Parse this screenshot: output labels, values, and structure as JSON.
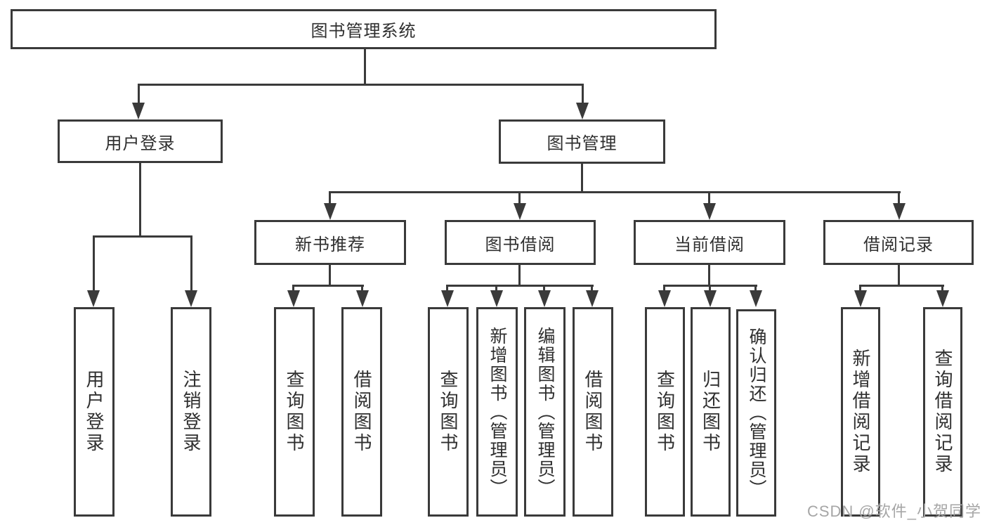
{
  "tree": {
    "label": "图书管理系统",
    "children": [
      {
        "label": "用户登录",
        "children": [
          {
            "label": "用户登录"
          },
          {
            "label": "注销登录"
          }
        ]
      },
      {
        "label": "图书管理",
        "children": [
          {
            "label": "新书推荐",
            "children": [
              {
                "label": "查询图书"
              },
              {
                "label": "借阅图书"
              }
            ]
          },
          {
            "label": "图书借阅",
            "children": [
              {
                "label": "查询图书"
              },
              {
                "label": "新增图书（管理员）"
              },
              {
                "label": "编辑图书（管理员）"
              },
              {
                "label": "借阅图书"
              }
            ]
          },
          {
            "label": "当前借阅",
            "children": [
              {
                "label": "查询图书"
              },
              {
                "label": "归还图书"
              },
              {
                "label": "确认归还（管理员）"
              }
            ]
          },
          {
            "label": "借阅记录",
            "children": [
              {
                "label": "新增借阅记录"
              },
              {
                "label": "查询借阅记录"
              }
            ]
          }
        ]
      }
    ]
  },
  "watermark": "CSDN @软件_小贺同学",
  "colors": {
    "line": "#3a3a3a",
    "text": "#2f2f2f",
    "watermark": "#a6a6a6",
    "background": "#ffffff"
  }
}
